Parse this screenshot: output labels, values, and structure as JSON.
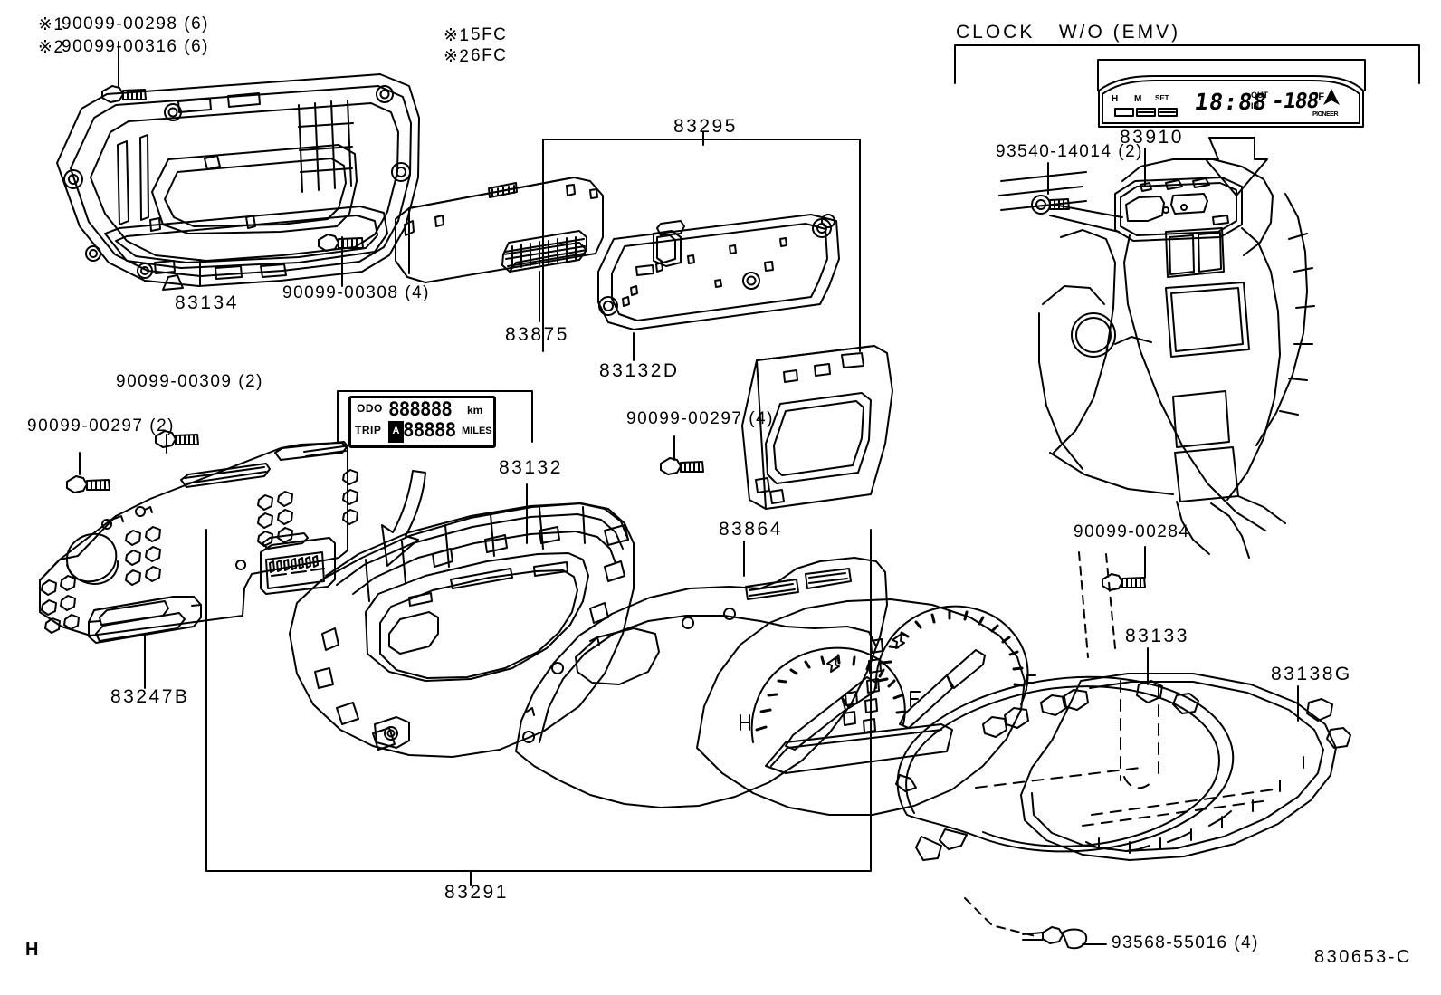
{
  "sheet": {
    "drawing_number": "830653-C",
    "corner_mark": "H",
    "title_group": "CLOCK   W/O (EMV)"
  },
  "notes": [
    {
      "mark": "※1",
      "text": "90099-00298 (6)"
    },
    {
      "mark": "※2",
      "text": "90099-00316 (6)"
    }
  ],
  "note_legend": [
    {
      "mark": "※1",
      "text": "5FC"
    },
    {
      "mark": "※2",
      "text": "6FC"
    }
  ],
  "part_labels": [
    {
      "id": "83134",
      "text": "83134"
    },
    {
      "id": "83295",
      "text": "83295"
    },
    {
      "id": "83875",
      "text": "83875"
    },
    {
      "id": "83132D",
      "text": "83132D"
    },
    {
      "id": "83132",
      "text": "83132"
    },
    {
      "id": "83864",
      "text": "83864"
    },
    {
      "id": "83247B",
      "text": "83247B"
    },
    {
      "id": "83291",
      "text": "83291"
    },
    {
      "id": "83133",
      "text": "83133"
    },
    {
      "id": "83138G",
      "text": "83138G"
    },
    {
      "id": "83910",
      "text": "83910"
    }
  ],
  "fastener_labels": [
    {
      "id": "90099-00308",
      "text": "90099-00308 (4)"
    },
    {
      "id": "90099-00309",
      "text": "90099-00309 (2)"
    },
    {
      "id": "90099-00297a",
      "text": "90099-00297 (2)"
    },
    {
      "id": "90099-00297b",
      "text": "90099-00297 (4)"
    },
    {
      "id": "90099-00284",
      "text": "90099-00284"
    },
    {
      "id": "93540-14014",
      "text": "93540-14014 (2)"
    },
    {
      "id": "93568-55016",
      "text": "93568-55016 (4)"
    }
  ],
  "odometer": {
    "odo_label": "ODO",
    "odo_digits": "888888",
    "odo_unit": "km",
    "trip_label": "TRIP",
    "trip_marker": "A",
    "trip_digits": "88888",
    "trip_unit": "MILES"
  },
  "clock_display": {
    "btn_h": "H",
    "btn_m": "M",
    "btn_set": "SET",
    "time": "18:88",
    "out_label": "OUT",
    "in_label": "IN",
    "temp": "-188",
    "temp_unit": "°F",
    "brand": "PIONEER"
  },
  "colors": {
    "line": "#000000",
    "background": "#ffffff"
  }
}
